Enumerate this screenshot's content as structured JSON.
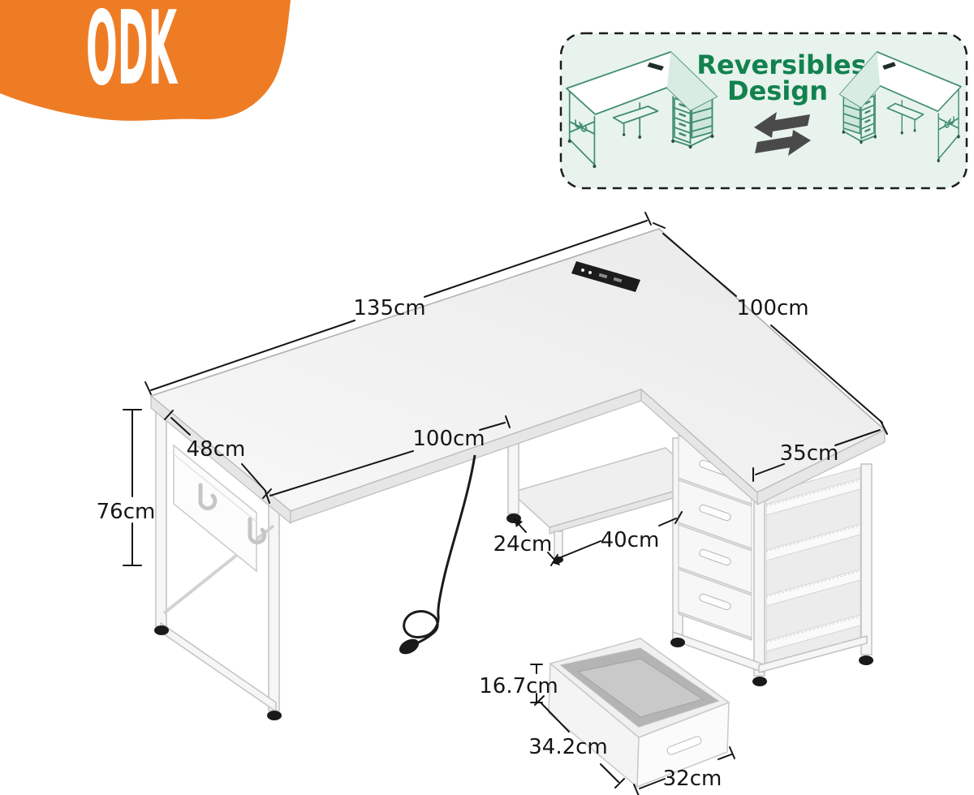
{
  "brand": {
    "logo_text": "ODK"
  },
  "badge": {
    "title_line1": "Reversibles",
    "title_line2": "Design",
    "text_color": "#12824E",
    "bg_color": "#E7F3EC",
    "border_color": "#1C1C1C"
  },
  "colors": {
    "accent_orange": "#EE7C25",
    "dimension_ink": "#161616",
    "thumbnail_line": "#3F8C6E",
    "swap_arrow": "#4A4A4A"
  },
  "dimensions": {
    "desk_back_edge": "135cm",
    "desk_right_edge": "100cm",
    "desk_left_depth": "48cm",
    "desk_front_edge": "100cm",
    "desk_right_depth": "35cm",
    "desk_height": "76cm",
    "shelf_clearance": "24cm",
    "shelf_width": "40cm",
    "drawer_height": "16.7cm",
    "drawer_depth": "34.2cm",
    "drawer_width": "32cm"
  }
}
